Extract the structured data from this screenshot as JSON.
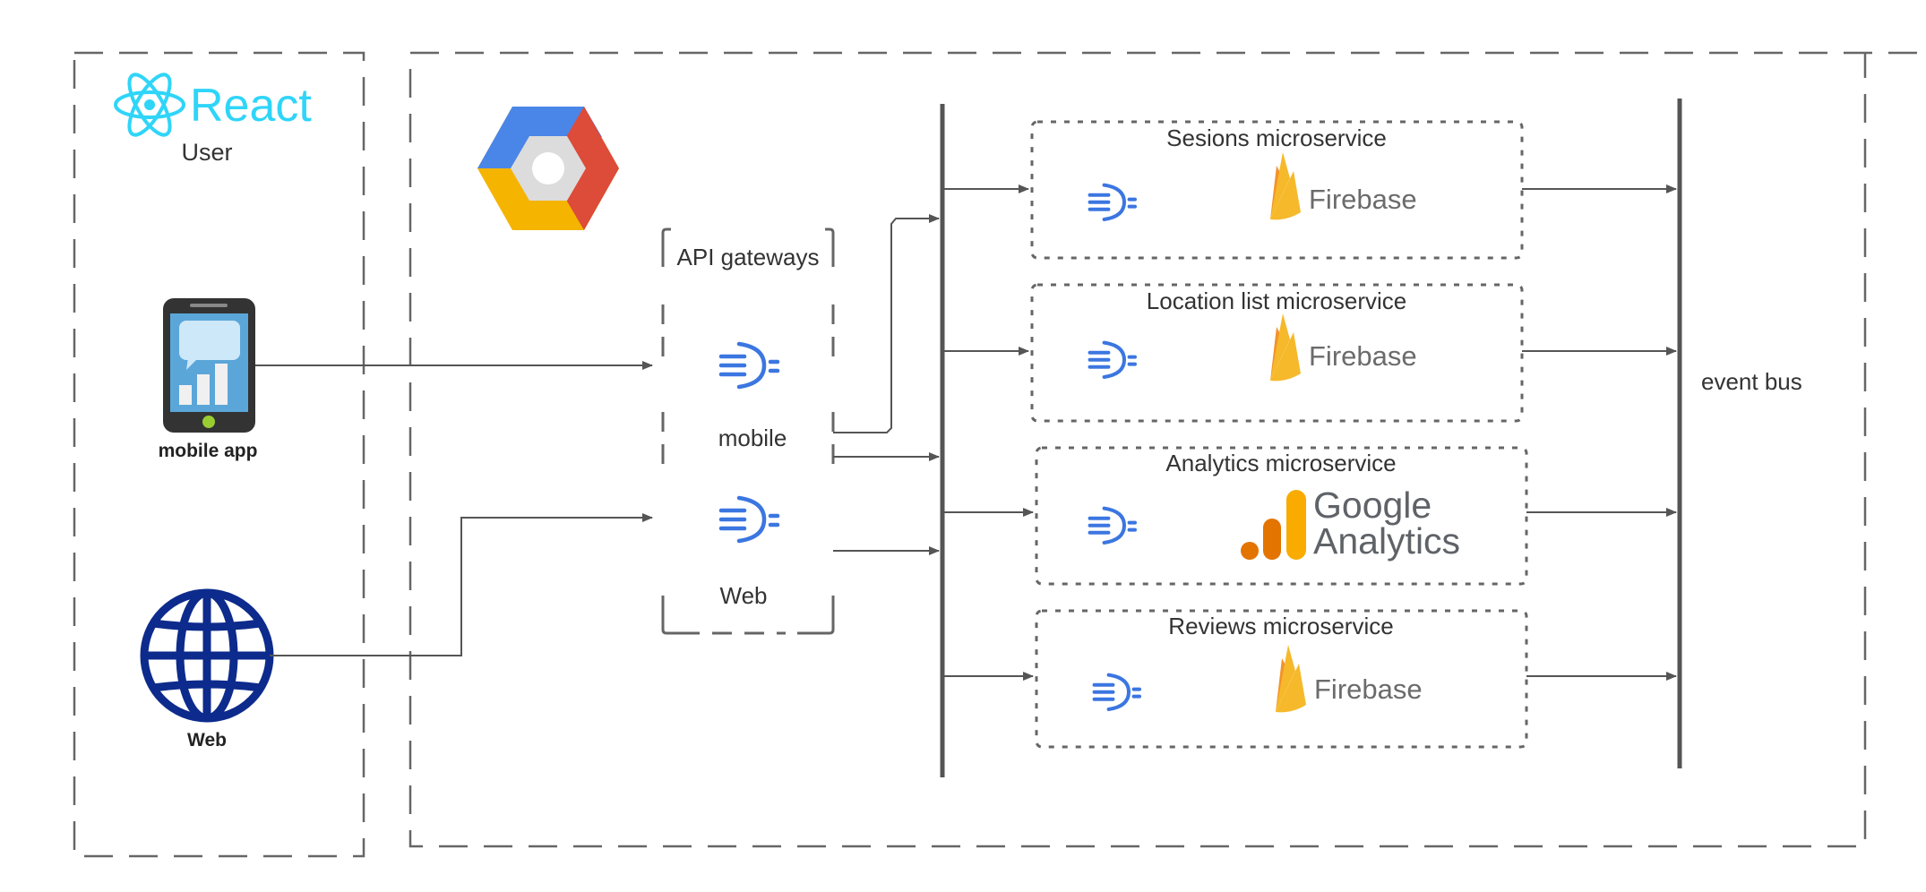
{
  "user_zone": {
    "brand": "React",
    "label": "User",
    "mobile_app_label": "mobile app",
    "web_label": "Web"
  },
  "api_gateways": {
    "title": "API gateways",
    "mobile_label": "mobile",
    "web_label": "Web"
  },
  "microservices": [
    {
      "title": "Sesions microservice",
      "provider": "Firebase"
    },
    {
      "title": "Location list microservice",
      "provider": "Firebase"
    },
    {
      "title": "Analytics microservice",
      "provider_line1": "Google",
      "provider_line2": "Analytics"
    },
    {
      "title": "Reviews microservice",
      "provider": "Firebase"
    }
  ],
  "event_bus": {
    "label": "event bus"
  },
  "colors": {
    "react": "#2fd5f8",
    "gateway_icon": "#3b76e1",
    "globe": "#0d2b8c",
    "firebase_yellow": "#f6b92b",
    "firebase_orange": "#f3922b",
    "ga_orange": "#f9ab00",
    "ga_dark_orange": "#e37400",
    "gcp_blue": "#4a86e8",
    "gcp_red": "#dd4b39",
    "gcp_yellow": "#f4b400",
    "line": "#555555"
  },
  "icons": [
    "react-logo-icon",
    "google-cloud-icon",
    "mobile-phone-icon",
    "globe-icon",
    "api-gateway-icon",
    "firebase-icon",
    "google-analytics-icon"
  ]
}
